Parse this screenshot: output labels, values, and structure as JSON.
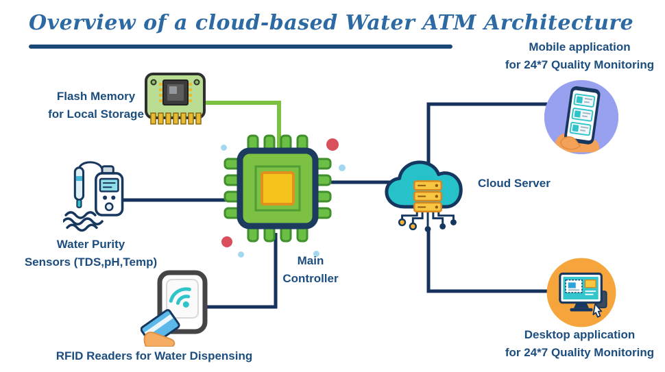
{
  "title": "Overview of a cloud-based Water ATM Architecture",
  "colors": {
    "title_text": "#2d6aa3",
    "title_underline": "#1b4977",
    "label_text": "#1c4d7f",
    "connector_navy": "#16325c",
    "connector_green": "#7dc142",
    "decor_dot_red": "#d94f5c",
    "decor_dot_blue": "#a4d8f0",
    "mobile_circle": "#98a0f0",
    "desktop_circle": "#f6a53c",
    "cloud_teal": "#27c1c9"
  },
  "nodes": {
    "flash_memory": {
      "icon": "flash-memory-icon",
      "label_line1": "Flash Memory",
      "label_line2": "for Local Storage"
    },
    "water_sensors": {
      "icon": "water-sensor-icon",
      "label_line1": "Water Purity",
      "label_line2": "Sensors (TDS,pH,Temp)"
    },
    "rfid_reader": {
      "icon": "rfid-reader-icon",
      "label": "RFID Readers for Water Dispensing"
    },
    "main_controller": {
      "icon": "main-controller-icon",
      "label_line1": "Main",
      "label_line2": "Controller"
    },
    "cloud_server": {
      "icon": "cloud-server-icon",
      "label": "Cloud Server"
    },
    "mobile_app": {
      "icon": "mobile-app-icon",
      "label_line1": "Mobile application",
      "label_line2": "for 24*7 Quality Monitoring"
    },
    "desktop_app": {
      "icon": "desktop-app-icon",
      "label_line1": "Desktop application",
      "label_line2": "for 24*7 Quality Monitoring"
    }
  },
  "connections": [
    {
      "from": "flash_memory",
      "to": "main_controller",
      "color": "green"
    },
    {
      "from": "water_sensors",
      "to": "main_controller",
      "color": "navy"
    },
    {
      "from": "main_controller",
      "to": "cloud_server",
      "color": "navy"
    },
    {
      "from": "cloud_server",
      "to": "mobile_app",
      "color": "navy"
    },
    {
      "from": "cloud_server",
      "to": "desktop_app",
      "color": "navy"
    },
    {
      "from": "rfid_reader",
      "to": "main_controller",
      "color": "navy"
    }
  ]
}
